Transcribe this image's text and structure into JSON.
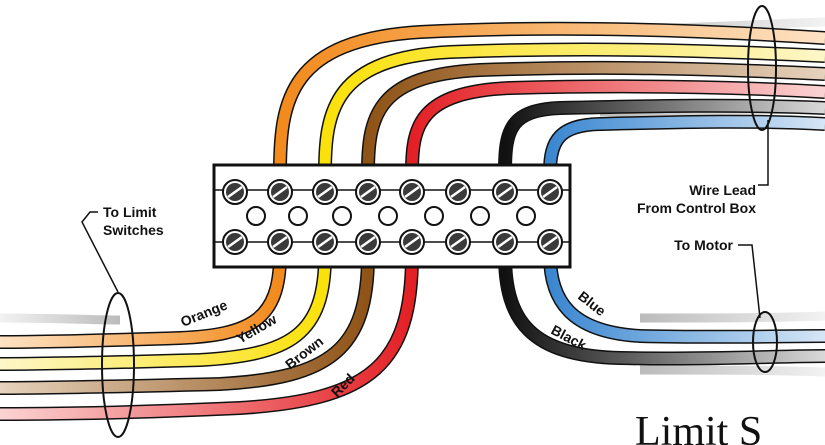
{
  "labels": {
    "to_limit_switches_line1": "To Limit",
    "to_limit_switches_line2": "Switches",
    "wire_lead_line1": "Wire Lead",
    "wire_lead_line2": "From Control Box",
    "to_motor": "To Motor",
    "title_partial": "Limit S"
  },
  "wires": [
    {
      "name": "Orange",
      "color": "#f28a1c"
    },
    {
      "name": "Yellow",
      "color": "#fbe10a"
    },
    {
      "name": "Brown",
      "color": "#8f5316"
    },
    {
      "name": "Red",
      "color": "#e32025"
    },
    {
      "name": "Black",
      "color": "#111111"
    },
    {
      "name": "Blue",
      "color": "#3b87d0"
    }
  ],
  "colors": {
    "terminal_block": "#ffffff",
    "screw": "#3a3a3a",
    "outline": "#111111"
  }
}
